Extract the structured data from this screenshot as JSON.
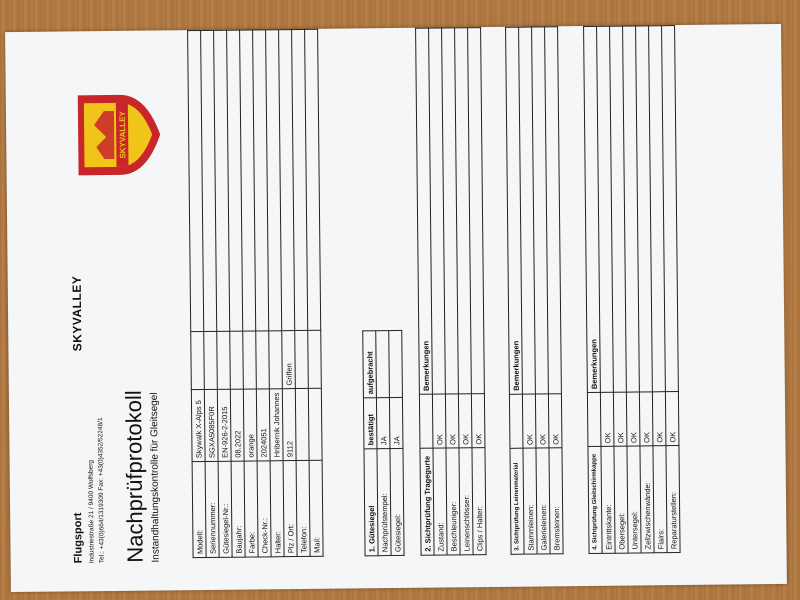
{
  "header": {
    "company": "Flugsport",
    "address": "Industriestraße 21 / 9400 Wolfsberg",
    "contact": "Tel.: +43(0)664/1319309  Fax: +43(0)4352/52248/1",
    "brand": "SKYVALLEY",
    "title": "Nachprüfprotokoll",
    "subtitle": "Instandhaltungskontrolle für Gleitsegel"
  },
  "logo": {
    "text": "SKYVALLEY",
    "colors": {
      "outer": "#c8262a",
      "inner": "#f0c419"
    }
  },
  "model_table": {
    "rows": [
      {
        "label": "Modell:",
        "value": "Skywalk X-Alps 5",
        "value2": ""
      },
      {
        "label": "Seriennummer:",
        "value": "SGXA5085F0R",
        "value2": ""
      },
      {
        "label": "Gütesiegel-Nr.:",
        "value": "EN-926-2-2015",
        "value2": ""
      },
      {
        "label": "Baujahr:",
        "value": "08.2022",
        "value2": ""
      },
      {
        "label": "Farbe:",
        "value": "orange",
        "value2": ""
      },
      {
        "label": "Check-Nr.:",
        "value": "2024051",
        "value2": ""
      },
      {
        "label": "Halter:",
        "value": "Hribernik Johannes",
        "value2": ""
      },
      {
        "label": "Plz / Ort:",
        "value": "9112",
        "value2": "Griffen"
      },
      {
        "label": "Telefon:",
        "value": "",
        "value2": ""
      },
      {
        "label": "Mail:",
        "value": "",
        "value2": ""
      }
    ]
  },
  "guetesiegel": {
    "header": {
      "label": "1. Gütesiegel",
      "c1": "bestätigt",
      "c2": "aufgebracht"
    },
    "rows": [
      {
        "label": "Nachprüfstempel:",
        "c1": "JA",
        "c2": ""
      },
      {
        "label": "Gütesiegel:",
        "c1": "JA",
        "c2": ""
      }
    ]
  },
  "tragegurte": {
    "header": {
      "label": "2. Sichtprüfung Tragegurte",
      "ok": "",
      "rem": "Bemerkungen"
    },
    "rows": [
      {
        "label": "Zustand:",
        "ok": "OK",
        "rem": ""
      },
      {
        "label": "Beschleuniger:",
        "ok": "OK",
        "rem": ""
      },
      {
        "label": "Leinenschlösser:",
        "ok": "OK",
        "rem": ""
      },
      {
        "label": "Clips / Halter:",
        "ok": "OK",
        "rem": ""
      }
    ]
  },
  "leinenmaterial": {
    "header": {
      "label": "3. Sichtprüfung Leinenmaterial",
      "ok": "",
      "rem": "Bemerkungen"
    },
    "rows": [
      {
        "label": "Stammleinen:",
        "ok": "OK",
        "rem": ""
      },
      {
        "label": "Galerieleinen:",
        "ok": "OK",
        "rem": ""
      },
      {
        "label": "Bremsleinen:",
        "ok": "OK",
        "rem": ""
      }
    ]
  },
  "kappe": {
    "header": {
      "label": "4. Sichtprüfung Gleitschirmkappe",
      "ok": "",
      "rem": "Bemerkungen"
    },
    "rows": [
      {
        "label": "Eintrittskante:",
        "ok": "OK",
        "rem": ""
      },
      {
        "label": "Obersegel:",
        "ok": "OK",
        "rem": ""
      },
      {
        "label": "Untersegel:",
        "ok": "OK",
        "rem": ""
      },
      {
        "label": "Zellzwischenwände:",
        "ok": "OK",
        "rem": ""
      },
      {
        "label": "Flairs:",
        "ok": "OK",
        "rem": ""
      },
      {
        "label": "Reparaturstellen:",
        "ok": "OK",
        "rem": ""
      }
    ]
  }
}
